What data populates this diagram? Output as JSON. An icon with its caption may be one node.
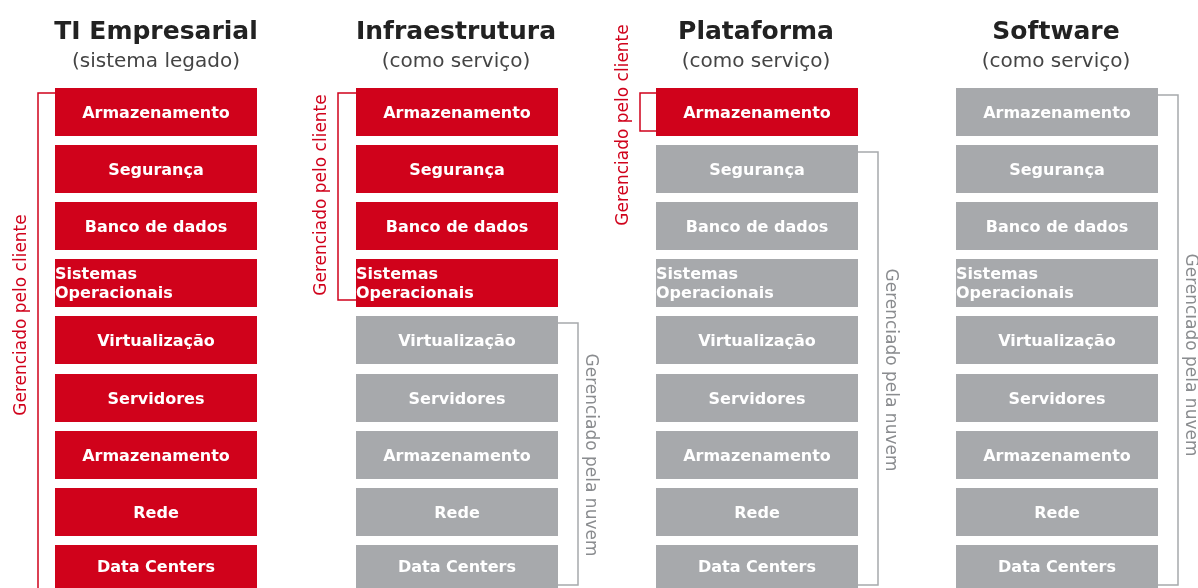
{
  "diagram": {
    "nodes": [
      {
        "text": [
          "Armazenamento"
        ]
      },
      {
        "text": [
          "Segurança"
        ]
      },
      {
        "text": [
          "Banco de dados"
        ]
      },
      {
        "text": [
          "Sistemas Operacionais"
        ]
      },
      {
        "text": [
          "Virtualização"
        ]
      },
      {
        "text": [
          "Servidores"
        ]
      },
      {
        "text": [
          "Armazenamento"
        ]
      },
      {
        "text": [
          "Rede"
        ]
      },
      {
        "text": [
          "Data Centers"
        ]
      },
      {
        "text": [
          "Armazenamento"
        ]
      },
      {
        "text": [
          "Segurança"
        ]
      },
      {
        "text": [
          "Banco de dados"
        ]
      },
      {
        "text": [
          "Sistemas Operacionais"
        ]
      },
      {
        "text": [
          "Virtualização"
        ]
      },
      {
        "text": [
          "Servidores"
        ]
      },
      {
        "text": [
          "Armazenamento"
        ]
      },
      {
        "text": [
          "Rede"
        ]
      },
      {
        "text": [
          "Data Centers"
        ]
      },
      {
        "text": [
          "Armazenamento"
        ]
      },
      {
        "text": [
          "Segurança"
        ]
      },
      {
        "text": [
          "Banco de dados"
        ]
      },
      {
        "text": [
          "Sistemas Operacionais"
        ]
      },
      {
        "text": [
          "Virtualização"
        ]
      },
      {
        "text": [
          "Servidores"
        ]
      },
      {
        "text": [
          "Armazenamento"
        ]
      },
      {
        "text": [
          "Rede"
        ]
      },
      {
        "text": [
          "Data Centers"
        ]
      },
      {
        "text": [
          "Armazenamento"
        ]
      },
      {
        "text": [
          "Segurança"
        ]
      },
      {
        "text": [
          "Banco de dados"
        ]
      },
      {
        "text": [
          "Sistemas Operacionais"
        ]
      },
      {
        "text": [
          "Virtualização"
        ]
      },
      {
        "text": [
          "Servidores"
        ]
      },
      {
        "text": [
          "Armazenamento"
        ]
      },
      {
        "text": [
          "Rede"
        ]
      },
      {
        "text": [
          "Data Centers"
        ]
      }
    ],
    "edges": [],
    "labels": [
      "TI Empresarial",
      "(sistema legado)",
      "Infraestrutura",
      "(como serviço)",
      "Plataforma",
      "(como serviço)",
      "Software",
      "(como serviço)",
      "Gerenciado pelo cliente",
      "Gerenciado pelo cliente",
      "Gerenciado pela nuvem",
      "Gerenciado pelo cliente",
      "Gerenciado pela nuvem",
      "Gerenciado pela nuvem"
    ]
  }
}
